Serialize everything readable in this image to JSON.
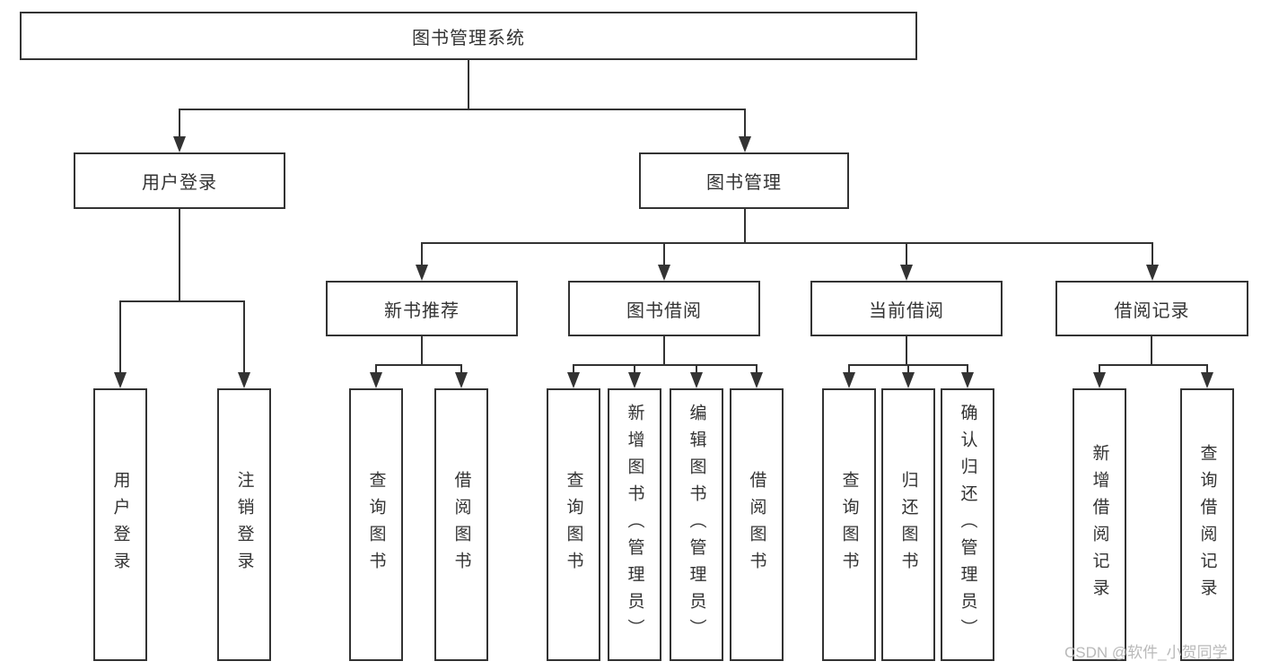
{
  "diagram_title": "图书管理系统",
  "colors": {
    "background": "#ffffff",
    "box_border": "#333333",
    "line": "#333333",
    "text": "#333333",
    "watermark": "#b9b9b9"
  },
  "tree": {
    "label": "图书管理系统",
    "children": [
      {
        "label": "用户登录",
        "children": [
          {
            "label": "用户登录"
          },
          {
            "label": "注销登录"
          }
        ]
      },
      {
        "label": "图书管理",
        "children": [
          {
            "label": "新书推荐",
            "children": [
              {
                "label": "查询图书"
              },
              {
                "label": "借阅图书"
              }
            ]
          },
          {
            "label": "图书借阅",
            "children": [
              {
                "label": "查询图书"
              },
              {
                "label": "新增图书（管理员）"
              },
              {
                "label": "编辑图书（管理员）"
              },
              {
                "label": "借阅图书"
              }
            ]
          },
          {
            "label": "当前借阅",
            "children": [
              {
                "label": "查询图书"
              },
              {
                "label": "归还图书"
              },
              {
                "label": "确认归还（管理员）"
              }
            ]
          },
          {
            "label": "借阅记录",
            "children": [
              {
                "label": "新增借阅记录"
              },
              {
                "label": "查询借阅记录"
              }
            ]
          }
        ]
      }
    ]
  },
  "watermark": {
    "text": "CSDN @软件_小贺同学"
  }
}
